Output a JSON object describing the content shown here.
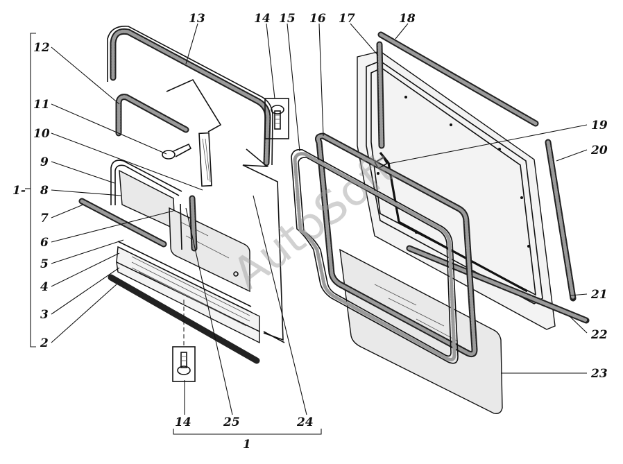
{
  "labels": {
    "l1": "1",
    "l2": "2",
    "l3": "3",
    "l4": "4",
    "l5": "5",
    "l6": "6",
    "l7": "7",
    "l8": "8",
    "l9": "9",
    "l10": "10",
    "l11": "11",
    "l12": "12",
    "l13": "13",
    "l14": "14",
    "l15": "15",
    "l16": "16",
    "l17": "17",
    "l18": "18",
    "l19": "19",
    "l20": "20",
    "l21": "21",
    "l22": "22",
    "l23": "23",
    "l24": "24",
    "l25": "25"
  },
  "left_bracket_label": "1-",
  "bottom_group_label": "1",
  "watermark": "AutoSoft"
}
